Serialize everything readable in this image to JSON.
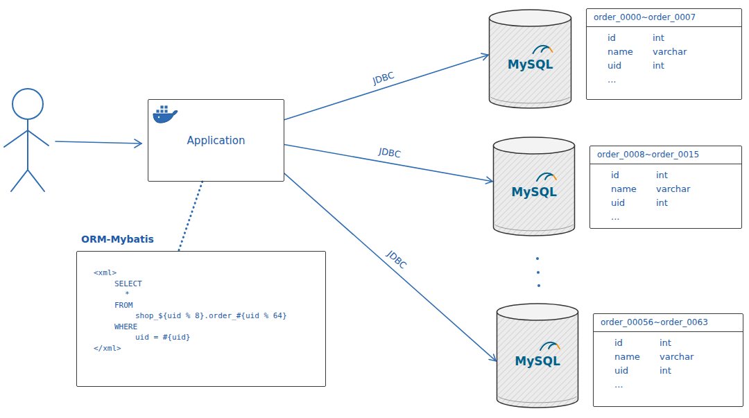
{
  "diagram": {
    "nodes": [
      {
        "text": [
          "Application"
        ]
      },
      {
        "text": [
          "ORM-Mybatis",
          "<xml>",
          "SELECT",
          "*",
          "FROM",
          "shop_${uid % 8}.order_#{uid % 64}",
          "WHERE",
          "uid = #{uid}",
          "</xml>"
        ]
      },
      {
        "text": [
          "MySQL"
        ]
      },
      {
        "text": [
          "order_0000~order_0007",
          "id",
          "int",
          "name",
          "varchar",
          "uid",
          "int",
          "..."
        ]
      },
      {
        "text": [
          "MySQL"
        ]
      },
      {
        "text": [
          "order_0008~order_0015",
          "id",
          "int",
          "name",
          "varchar",
          "uid",
          "int",
          "..."
        ]
      },
      {
        "text": [
          "MySQL"
        ]
      },
      {
        "text": [
          "order_00056~order_0063",
          "id",
          "int",
          "name",
          "varchar",
          "uid",
          "int",
          "..."
        ]
      }
    ],
    "edges": [
      {
        "from": 0,
        "to": 2,
        "label": "JDBC",
        "arrow": "to"
      },
      {
        "from": 0,
        "to": 4,
        "label": "JDBC",
        "arrow": "to"
      },
      {
        "from": 0,
        "to": 6,
        "label": "JDBC",
        "arrow": "to"
      },
      {
        "from": 0,
        "to": 1,
        "arrow": "none"
      }
    ]
  }
}
